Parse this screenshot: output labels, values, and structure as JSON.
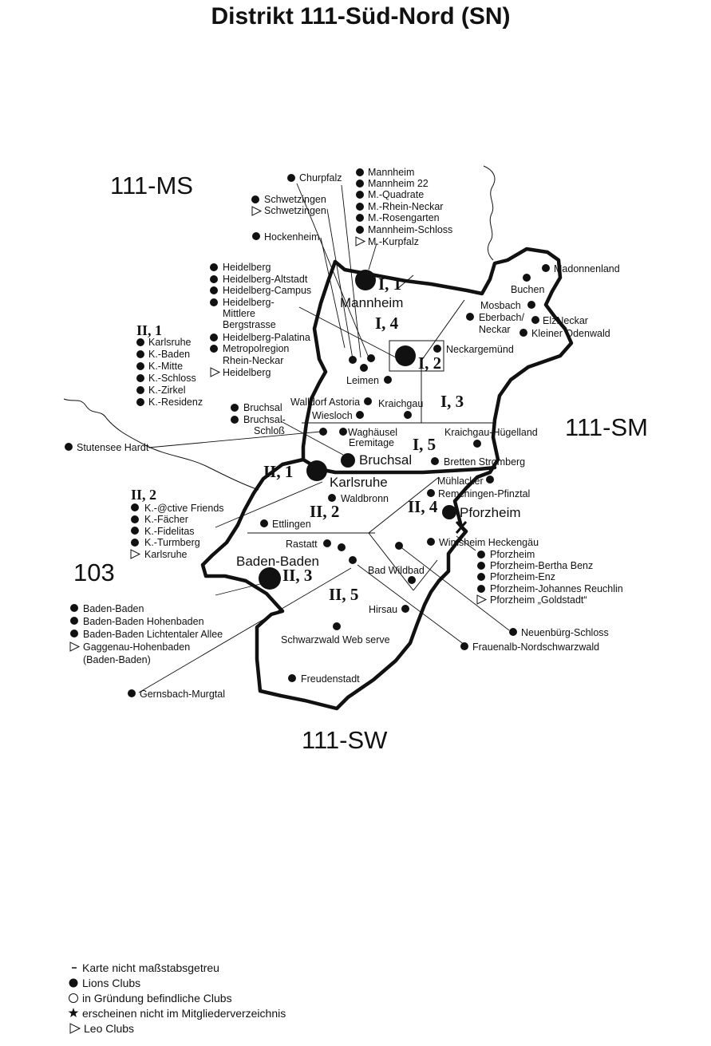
{
  "title": "Distrikt 111-Süd-Nord (SN)",
  "colors": {
    "ink": "#111111",
    "background": "#ffffff"
  },
  "neighbors": {
    "ms": "111-MS",
    "sm": "111-SM",
    "sw": "111-SW",
    "d103": "103"
  },
  "zones": {
    "z11": "I, 1",
    "z12": "I, 2",
    "z13": "I, 3",
    "z14": "I, 4",
    "z15": "I, 5",
    "z21": "II, 1",
    "z22": "II, 2",
    "z23": "II, 3",
    "z24": "II, 4",
    "z25": "II, 5"
  },
  "cities": {
    "mannheim": "Mannheim",
    "bruchsal": "Bruchsal",
    "karlsruhe": "Karlsruhe",
    "badenbaden": "Baden-Baden",
    "pforzheim": "Pforzheim"
  },
  "clubs": {
    "churpfalz": "Churpfalz",
    "mannheim_list": [
      "Mannheim",
      "Mannheim 22",
      "M.-Quadrate",
      "M.-Rhein-Neckar",
      "M.-Rosengarten",
      "Mannheim-Schloss"
    ],
    "mannheim_leo": "M.-Kurpfalz",
    "schwetzingen": "Schwetzingen",
    "schwetzingen_leo": "Schwetzingen",
    "hockenheim": "Hockenheim",
    "heidelberg_list": [
      "Heidelberg",
      "Heidelberg-Altstadt",
      "Heidelberg-Campus",
      "Heidelberg-",
      "Heidelberg-Palatina",
      "Metropolregion"
    ],
    "heidelberg_cont1": "Mittlere",
    "heidelberg_cont2": "Bergstrasse",
    "heidelberg_cont3": "Rhein-Neckar",
    "heidelberg_leo": "Heidelberg",
    "karlsruhe_list": [
      "Karlsruhe",
      "K.-Baden",
      "K.-Mitte",
      "K.-Schloss",
      "K.-Zirkel",
      "K.-Residenz"
    ],
    "karlsruhe2_list": [
      "K.-@ctive Friends",
      "K.-Fächer",
      "K.-Fidelitas",
      "K.-Turmberg"
    ],
    "karlsruhe2_leo": "Karlsruhe",
    "stutensee": "Stutensee Hardt",
    "bruchsal_a": "Bruchsal",
    "bruchsal_b1": "Bruchsal-",
    "bruchsal_b2": "Schloß",
    "walldorf": "Walldorf Astoria",
    "wiesloch": "Wiesloch",
    "kraichgau": "Kraichgau",
    "waghaeusel1": "Waghäusel",
    "waghaeusel2": "Eremitage",
    "leimen": "Leimen",
    "neckargemuend": "Neckargemünd",
    "madonnenland": "Madonnenland",
    "buchen": "Buchen",
    "mosbach": "Mosbach",
    "eberbach1": "Eberbach/",
    "eberbach2": "Neckar",
    "elzneckar": "ElzNeckar",
    "odenwald": "Kleiner Odenwald",
    "kraichgau_huegelland": "Kraichgau-Hügelland",
    "bretten": "Bretten Stromberg",
    "muehlacker": "Mühlacker",
    "remchingen": "Remchingen-Pfinztal",
    "waldbronn": "Waldbronn",
    "ettlingen": "Ettlingen",
    "rastatt": "Rastatt",
    "wimsheim": "Wimsheim Heckengäu",
    "pforzheim_list": [
      "Pforzheim",
      "Pforzheim-Bertha Benz",
      "Pforzheim-Enz",
      "Pforzheim-Johannes Reuchlin"
    ],
    "pforzheim_leo": "Pforzheim „Goldstadt“",
    "badwildbad": "Bad Wildbad",
    "hirsau": "Hirsau",
    "schwarzwald": "Schwarzwald Web serve",
    "freudenstadt": "Freudenstadt",
    "neuenbuerg": "Neuenbürg-Schloss",
    "frauenalb": "Frauenalb-Nordschwarzwald",
    "gernsbach": "Gernsbach-Murgtal",
    "badenbaden_list": [
      "Baden-Baden",
      "Baden-Baden Hohenbaden",
      "Baden-Baden Lichtentaler Allee"
    ],
    "badenbaden_leo": "Gaggenau-Hohenbaden",
    "badenbaden_leo_cont": "(Baden-Baden)"
  },
  "legend": {
    "note": "Karte nicht maßstabsgetreu",
    "lions": "Lions Clubs",
    "founding": "in Gründung befindliche Clubs",
    "not_listed": "erscheinen nicht im Mitgliederverzeichnis",
    "leo": "Leo Clubs"
  }
}
